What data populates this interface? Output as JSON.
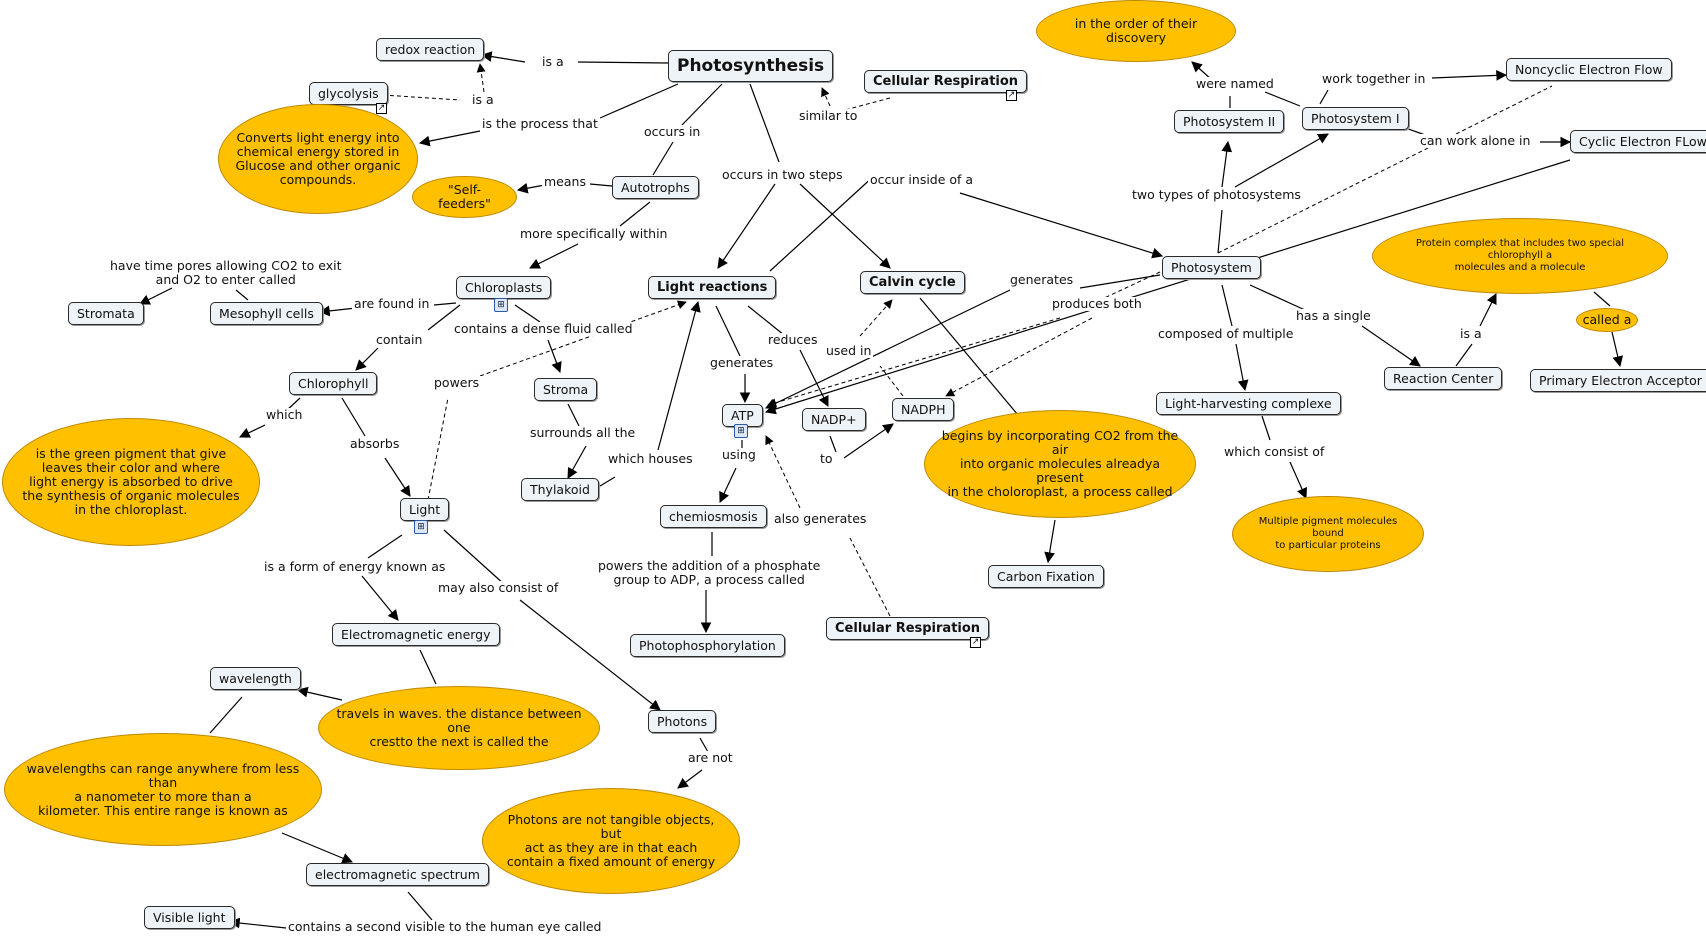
{
  "nodes": {
    "photosynthesis": "Photosynthesis",
    "redox": "redox reaction",
    "glycolysis": "glycolysis",
    "cell_resp_top": "Cellular Respiration",
    "autotrophs": "Autotrophs",
    "chloroplasts": "Chloroplasts",
    "stromata": "Stromata",
    "mesophyll": "Mesophyll cells",
    "chlorophyll": "Chlorophyll",
    "stroma": "Stroma",
    "thylakoid": "Thylakoid",
    "light": "Light",
    "light_reactions": "Light reactions",
    "calvin": "Calvin cycle",
    "atp": "ATP",
    "nadp": "NADP+",
    "nadph": "NADPH",
    "chemiosmosis": "chemiosmosis",
    "photophosphorylation": "Photophosphorylation",
    "cell_resp_bottom": "Cellular Respiration",
    "carbon_fixation": "Carbon Fixation",
    "em_energy": "Electromagnetic energy",
    "wavelength": "wavelength",
    "photons": "Photons",
    "em_spectrum": "electromagnetic spectrum",
    "visible_light": "Visible light",
    "photosystem": "Photosystem",
    "ps2": "Photosystem II",
    "ps1": "Photosystem I",
    "noncyclic": "Noncyclic Electron Flow",
    "cyclic": "Cyclic Electron FLow",
    "lh_complex": "Light-harvesting complexe",
    "reaction_center": "Reaction Center",
    "primary_acceptor": "Primary Electron Acceptor"
  },
  "ovals": {
    "converts": "Converts light energy into\nchemical energy stored in\nGlucose and other organic\ncompounds.",
    "self_feeders": "\"Self-feeders\"",
    "green_pigment": "is the green pigment that give\nleaves their color and where\nlight energy is absorbed to drive\nthe synthesis of organic molecules\nin the chloroplast.",
    "travels": "travels in waves. the distance between one\ncrestto the next is called the",
    "wavelengths_range": "wavelengths can range anywhere from less than\na nanometer to more than a\nkilometer. This entire range is known as",
    "photons_not": "Photons are not tangible objects, but\nact as they are in that each\ncontain a fixed amount of energy",
    "begins": "begins by incorporating CO2 from the air\ninto organic molecules alreadya present\nin the choloroplast, a process called",
    "order": "in the order of their discovery",
    "protein_complex": "Protein complex that includes two special chlorophyll a\nmolecules and a molecule",
    "called_a": "called a",
    "multiple_pigment": "Multiple pigment molecules bound\nto particular proteins"
  },
  "labels": {
    "is_a_redox": "is a",
    "is_a_glyco": "is a",
    "process_that": "is the process that",
    "occurs_in": "occurs in",
    "similar_to": "similar to",
    "means": "means",
    "more_specifically": "more specifically within",
    "two_steps": "occurs in two steps",
    "occur_inside": "occur inside of a",
    "pores": "have time pores allowing CO2 to exit\nand O2 to enter called",
    "found_in": "are found in",
    "dense_fluid": "contains a dense fluid called",
    "contain": "contain",
    "powers": "powers",
    "which": "which",
    "absorbs": "absorbs",
    "surrounds": "surrounds all the",
    "which_houses": "which houses",
    "generates_lr": "generates",
    "reduces": "reduces",
    "used_in": "used in",
    "to": "to",
    "using": "using",
    "also_generates": "also generates",
    "powers_addition": "powers the addition of a phosphate\ngroup to ADP, a process called",
    "energy_known_as": "is a form of energy known as",
    "may_also": "may also consist of",
    "are_not": "are not",
    "contains_second": "contains a second visible to the human eye called",
    "generates_ps": "generates",
    "produces_both": "produces both",
    "were_named": "were named",
    "work_together": "work together in",
    "can_work_alone": "can work alone in",
    "two_types": "two types of photosystems",
    "composed_of": "composed of multiple",
    "has_single": "has a single",
    "is_a_rc": "is a",
    "which_consist": "which consist of"
  }
}
